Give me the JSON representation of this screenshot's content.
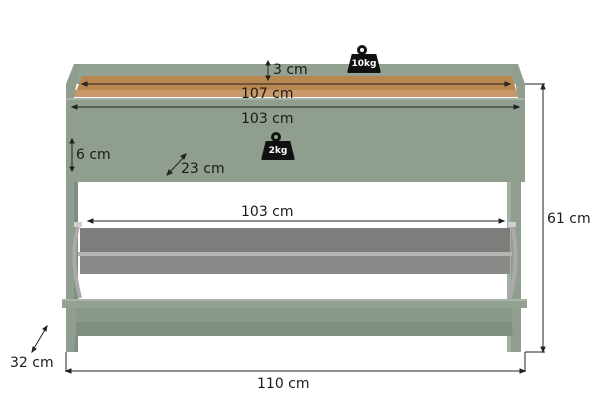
{
  "product": {
    "type": "shoe cabinet with top tray",
    "colors": {
      "body": "#8f9e8f",
      "body_dark": "#7f8e80",
      "wood_top": "#b8874f",
      "flap_inner": "#7a7a78",
      "dimension_line": "#222222"
    }
  },
  "dimensions": {
    "tray_rim_height": "3 cm",
    "top_inner_width": "107 cm",
    "top_front_width": "103 cm",
    "top_section_height": "6 cm",
    "top_depth": "23 cm",
    "shoe_compartment_width": "103 cm",
    "total_height": "61 cm",
    "total_depth": "32 cm",
    "total_width": "110 cm"
  },
  "load_badges": {
    "top_tray": "10kg",
    "top_compartment": "2kg"
  }
}
